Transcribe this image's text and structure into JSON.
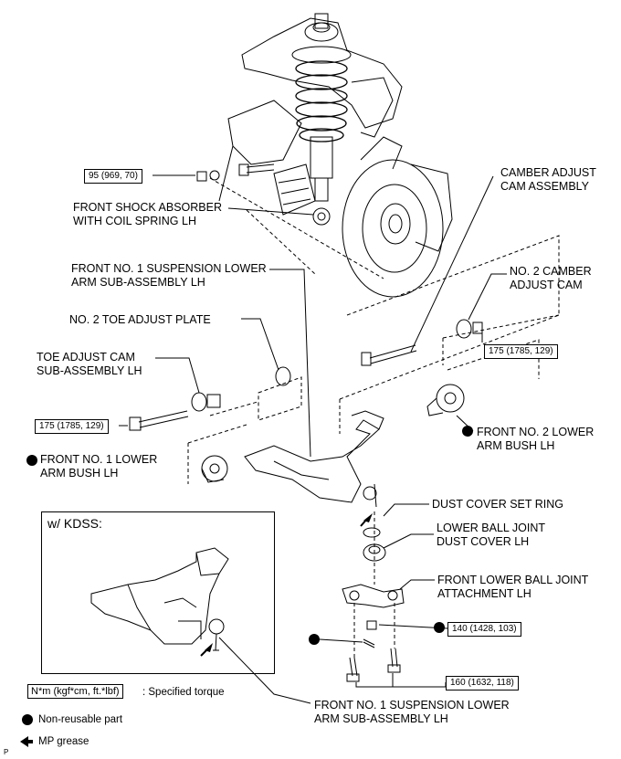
{
  "labels": {
    "shock_absorber": [
      "FRONT SHOCK ABSORBER",
      "WITH COIL SPRING LH"
    ],
    "no1_lower_arm": [
      "FRONT NO. 1 SUSPENSION LOWER",
      "ARM SUB-ASSEMBLY LH"
    ],
    "no2_toe_plate": "NO. 2 TOE ADJUST PLATE",
    "toe_cam": [
      "TOE ADJUST CAM",
      "SUB-ASSEMBLY LH"
    ],
    "no1_lower_bush": [
      "FRONT NO. 1 LOWER",
      "ARM BUSH LH"
    ],
    "camber_cam": [
      "CAMBER ADJUST",
      "CAM ASSEMBLY"
    ],
    "no2_camber_cam": [
      "NO. 2 CAMBER",
      "ADJUST CAM"
    ],
    "no2_lower_bush": [
      "FRONT NO. 2 LOWER",
      "ARM BUSH LH"
    ],
    "dust_ring": "DUST COVER SET RING",
    "ball_dust_cover": [
      "LOWER BALL JOINT",
      "DUST COVER LH"
    ],
    "ball_joint_attach": [
      "FRONT LOWER BALL JOINT",
      "ATTACHMENT LH"
    ],
    "kdss_lower_arm": [
      "FRONT NO. 1 SUSPENSION LOWER",
      "ARM SUB-ASSEMBLY LH"
    ]
  },
  "torques": {
    "t1": "95 (969, 70)",
    "t2": "175 (1785, 129)",
    "t3": "175 (1785, 129)",
    "t4": "140 (1428, 103)",
    "t5": "160 (1632, 118)"
  },
  "kdss_title": "w/ KDSS:",
  "legend": {
    "torque_unit": "N*m (kgf*cm, ft.*lbf)",
    "torque_desc": ": Specified torque",
    "non_reusable": "Non-reusable part",
    "mp_grease": "MP grease"
  },
  "corner_mark": "P",
  "icons": {
    "non_reusable": "filled-circle-icon",
    "mp_grease": "grease-arrow-icon"
  }
}
